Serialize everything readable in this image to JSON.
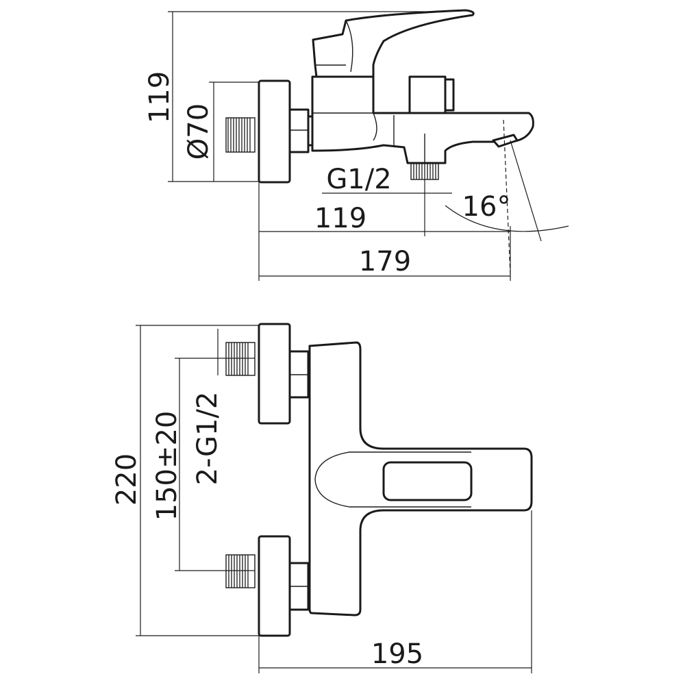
{
  "side_view": {
    "height_label": "119",
    "plate_diameter_label": "Ø70",
    "outlet_thread_label": "G1/2",
    "outlet_distance_label": "119",
    "spout_reach_label": "179",
    "spout_angle_label": "16°"
  },
  "top_view": {
    "total_height_label": "220",
    "center_distance_label": "150±20",
    "inlet_thread_label": "2-G1/2",
    "depth_label": "195"
  }
}
